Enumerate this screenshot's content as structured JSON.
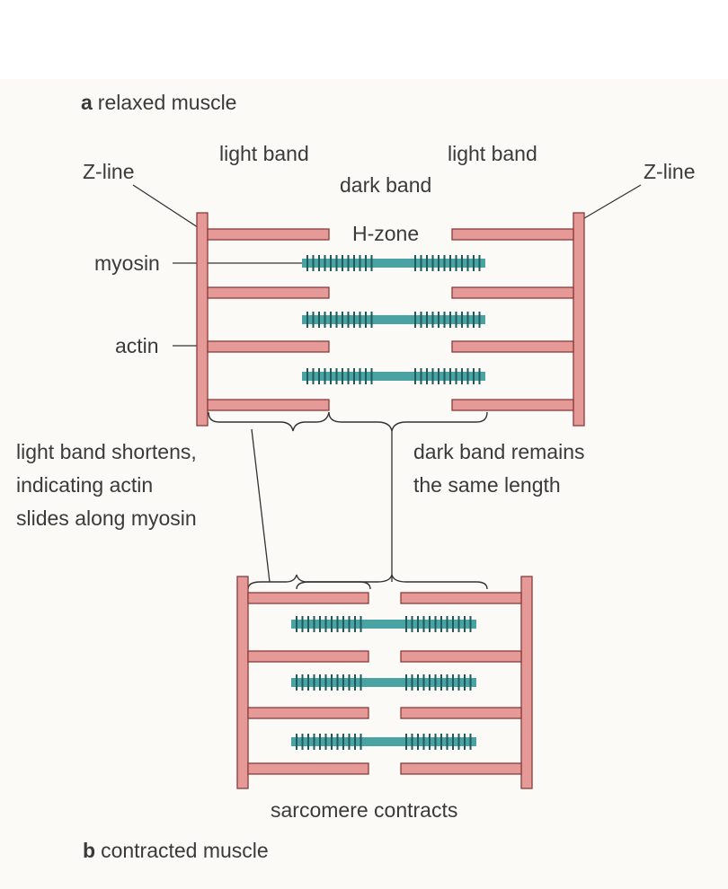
{
  "colors": {
    "background": "#ffffff",
    "panel": "#fbfaf6",
    "actin_fill": "#e59a98",
    "actin_stroke": "#8a3b3b",
    "myosin_fill": "#4aa3a3",
    "myosin_heads": "#1f5a5f",
    "line": "#333333",
    "text": "#3a3a3a"
  },
  "panel_a": {
    "letter": "a",
    "caption": "relaxed muscle"
  },
  "panel_b": {
    "letter": "b",
    "caption": "contracted muscle"
  },
  "labels": {
    "z_line_left": "Z-line",
    "z_line_right": "Z-line",
    "light_band_left": "light band",
    "light_band_right": "light band",
    "dark_band": "dark band",
    "h_zone": "H-zone",
    "myosin": "myosin",
    "actin": "actin",
    "sarcomere_contracts": "sarcomere contracts"
  },
  "notes": {
    "light_band": [
      "light band shortens,",
      "indicating actin",
      "slides along myosin"
    ],
    "dark_band": [
      "dark band remains",
      "the same length"
    ]
  }
}
